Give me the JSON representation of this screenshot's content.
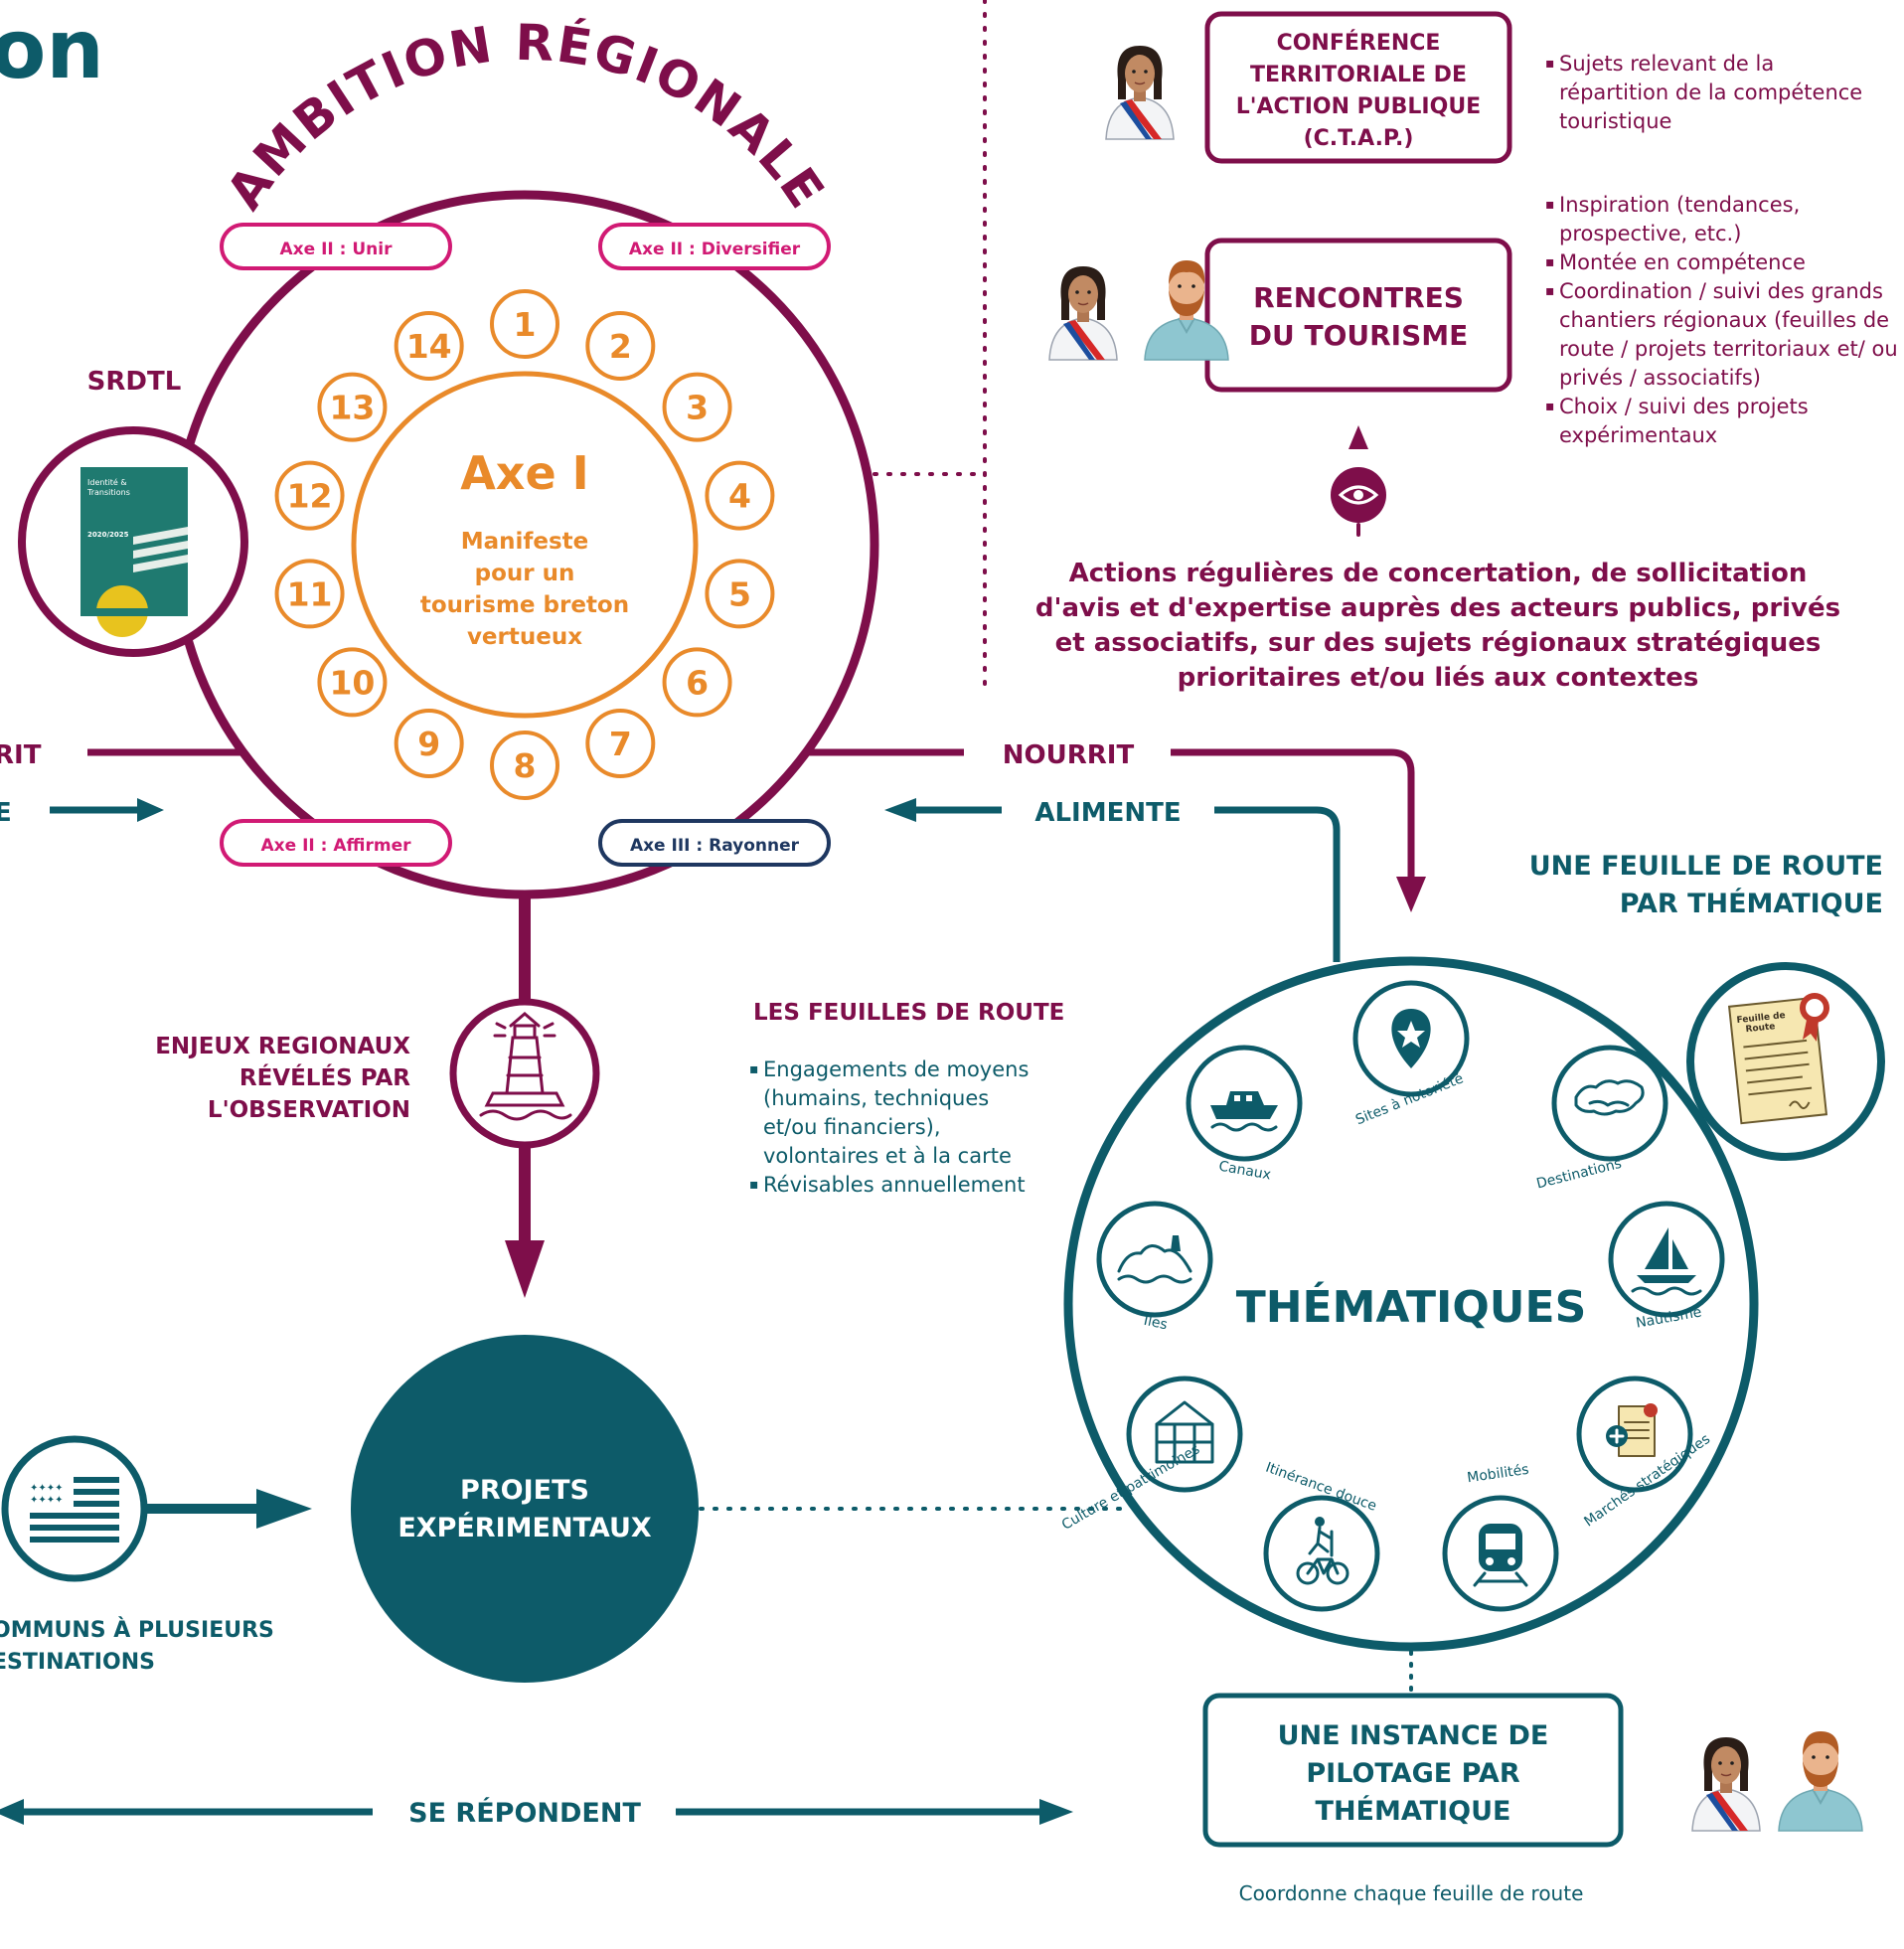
{
  "header": {
    "title_fragment": "on"
  },
  "ambition": {
    "arc_title": "AMBITION RÉGIONALE",
    "axes": {
      "top_left": "Axe II : Unir",
      "top_right": "Axe II : Diversifier",
      "bottom_left": "Axe II : Affirmer",
      "bottom_right": "Axe III : Rayonner"
    },
    "numbers": [
      "1",
      "2",
      "3",
      "4",
      "5",
      "6",
      "7",
      "8",
      "9",
      "10",
      "11",
      "12",
      "13",
      "14"
    ],
    "center_title": "Axe I",
    "center_lines": [
      "Manifeste",
      "pour un",
      "tourisme breton",
      "vertueux"
    ]
  },
  "srdtl": {
    "label": "SRDTL",
    "book_title_lines": [
      "Identité &",
      "Transitions"
    ],
    "book_years": "2020/2025"
  },
  "left_labels": {
    "nourrit_fragment": "RIT",
    "alimente_fragment": "E"
  },
  "right_arrows": {
    "nourrit": "NOURRIT",
    "alimente": "ALIMENTE"
  },
  "ctap": {
    "box_lines": [
      "CONFÉRENCE",
      "TERRITORIALE DE",
      "L'ACTION PUBLIQUE",
      "(C.T.A.P.)"
    ],
    "bullets": [
      "Sujets relevant de la répartition de la compétence touristique"
    ]
  },
  "rencontres": {
    "box_lines": [
      "RENCONTRES",
      "DU TOURISME"
    ],
    "bullets": [
      "Inspiration (tendances, prospective, etc.)",
      "Montée en compétence",
      "Coordination / suivi des grands chantiers régionaux (feuilles de route / projets territoriaux et/ ou privés / associatifs)",
      "Choix / suivi des projets expérimentaux"
    ]
  },
  "concertation": {
    "lines": [
      "Actions régulières de concertation, de sollicitation",
      "d'avis et d'expertise auprès des acteurs publics, privés",
      "et associatifs, sur des sujets régionaux stratégiques",
      "prioritaires et/ou liés aux contextes"
    ]
  },
  "enjeux": {
    "lines": [
      "ENJEUX REGIONAUX",
      "RÉVÉLÉS PAR",
      "L'OBSERVATION"
    ]
  },
  "feuilles": {
    "heading": "LES FEUILLES DE ROUTE",
    "bullets": [
      "Engagements de moyens (humains, techniques et/ou financiers), volontaires et à la carte",
      "Révisables annuellement"
    ]
  },
  "feuille_par_thematique": {
    "lines": [
      "UNE FEUILLE DE ROUTE",
      "PAR THÉMATIQUE"
    ],
    "doc_lines": [
      "Feuille de",
      "Route"
    ]
  },
  "thematiques": {
    "title": "THÉMATIQUES",
    "items": [
      {
        "label": "Sites à notoriété",
        "icon": "map-pin-star-icon"
      },
      {
        "label": "Destinations",
        "icon": "brittany-map-icon"
      },
      {
        "label": "Nautisme",
        "icon": "sailboat-icon"
      },
      {
        "label": "Marchés stratégiques",
        "icon": "document-plus-icon"
      },
      {
        "label": "Mobilités",
        "icon": "train-icon"
      },
      {
        "label": "Itinérance douce",
        "icon": "hiker-bike-icon"
      },
      {
        "label": "Culture et patrimoines",
        "icon": "greenhouse-icon"
      },
      {
        "label": "Îles",
        "icon": "island-lighthouse-icon"
      },
      {
        "label": "Canaux",
        "icon": "boat-icon"
      }
    ]
  },
  "projets": {
    "lines": [
      "PROJETS",
      "EXPÉRIMENTAUX"
    ]
  },
  "communs": {
    "lines": [
      "OMMUNS À PLUSIEURS",
      "ESTINATIONS"
    ]
  },
  "se_repondent": "SE RÉPONDENT",
  "instance": {
    "box_lines": [
      "UNE INSTANCE DE",
      "PILOTAGE PAR",
      "THÉMATIQUE"
    ],
    "caption": "Coordonne chaque feuille de route"
  },
  "colors": {
    "wine": "#7e0e4a",
    "orange": "#e98a2a",
    "teal": "#0d5b69",
    "pink": "#d11a74",
    "navy": "#1e3760"
  }
}
